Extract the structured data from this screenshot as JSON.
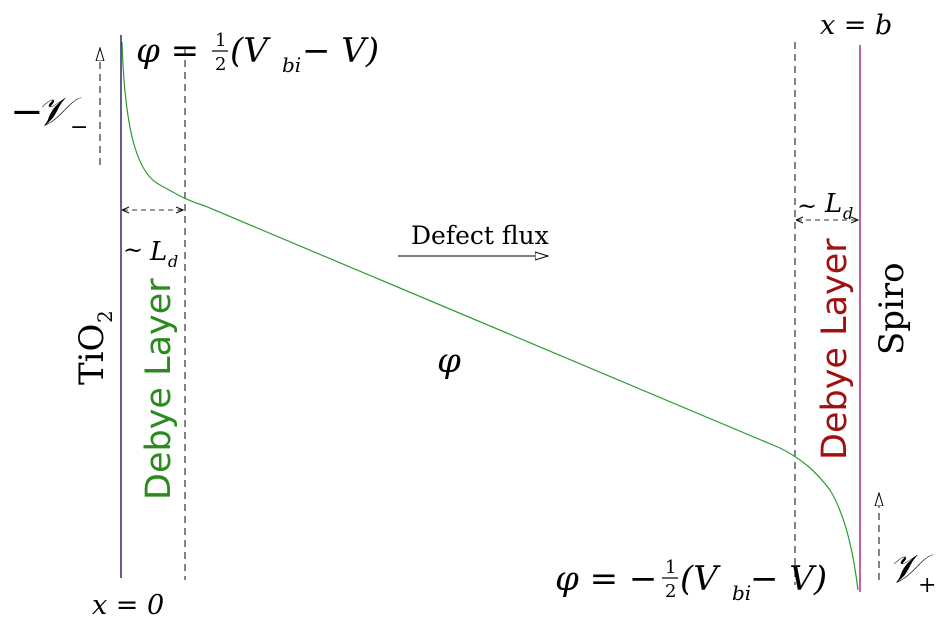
{
  "labels": {
    "x_left": "x = 0",
    "x_right": "x = b",
    "phi_left_prefix": "φ = ",
    "phi_left_frac_num": "1",
    "phi_left_frac_den": "2",
    "phi_left_rest": "(V",
    "phi_left_sub": "bi",
    "phi_left_tail": " − V)",
    "phi_right_prefix": "φ = −",
    "phi_right_frac_num": "1",
    "phi_right_frac_den": "2",
    "phi_right_rest": "(V",
    "phi_right_sub": "bi",
    "phi_right_tail": " − V)",
    "v_minus_sign": "−",
    "v_minus": "𝒱",
    "v_minus_sub": "−",
    "v_plus": "𝒱",
    "v_plus_sub": "+",
    "ld_left_tilde": "~",
    "ld_left": "L",
    "ld_left_sub": "d",
    "ld_right_tilde": "~",
    "ld_right": "L",
    "ld_right_sub": "d",
    "defect_flux": "Defect flux",
    "phi_middle": "φ",
    "tio2": "TiO",
    "tio2_sub": "2",
    "debye_left": "Debye Layer",
    "debye_right": "Debye Layer",
    "spiro": "Spiro"
  },
  "colors": {
    "left_boundary": "#1a1a6e",
    "right_boundary": "#a0208c",
    "potential_curve": "#2e9a2e",
    "debye_left_text": "#2b8a1e",
    "debye_right_text": "#a01010",
    "ink": "#000000",
    "dash": "#333333"
  }
}
